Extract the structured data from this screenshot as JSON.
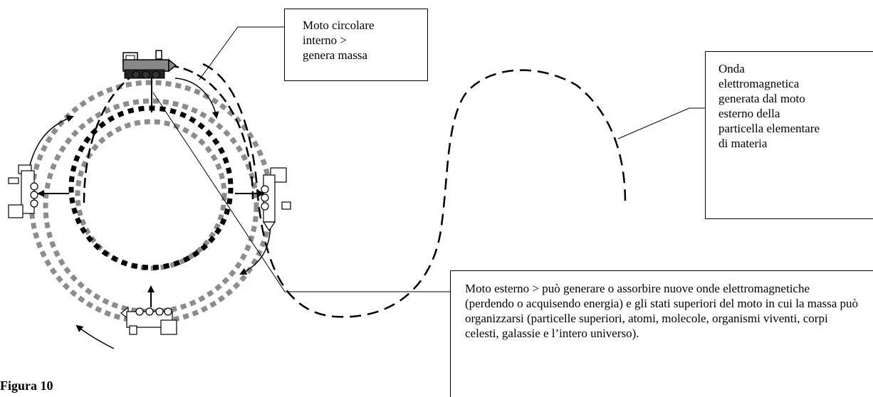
{
  "labels": {
    "internal_motion": "Moto circolare\ninterno >\ngenera massa",
    "wave": "Onda\nelettromagnetica\ngenerata dal moto\nesterno della\nparticella elementare\ndi materia",
    "external_motion": "Moto esterno > può generare o assorbire nuove onde elettromagnetiche (perdendo o acquisendo energia) e gli stati superiori del moto in cui la massa può organizzarsi (particelle superiori, atomi, molecole, organismi viventi, corpi celesti, galassie e l’intero universo).",
    "figure": "Figura 10"
  },
  "colors": {
    "inner_ring": "#000000",
    "outer_rings": "#8c8c8c",
    "train_dark": "#555555",
    "line": "#000000"
  },
  "icons": [
    "locomotive-icon",
    "arrow-icon"
  ]
}
